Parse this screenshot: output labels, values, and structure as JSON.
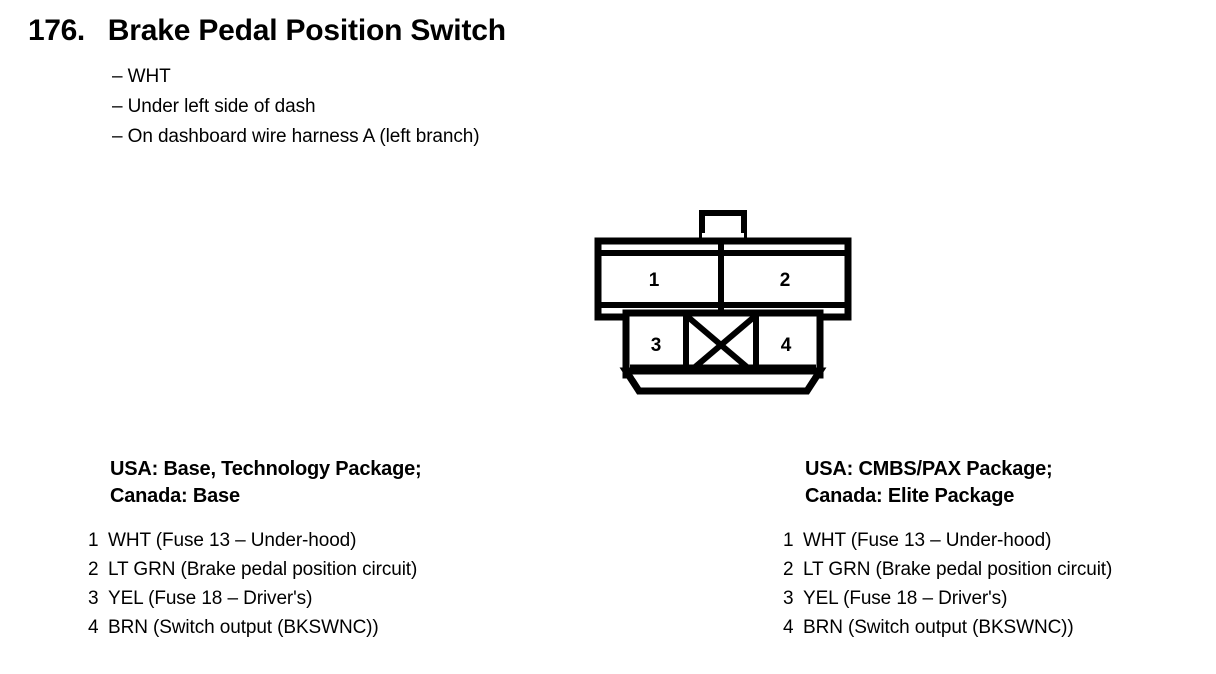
{
  "header": {
    "item_number": "176.",
    "title": "Brake Pedal Position Switch",
    "bullets": [
      "– WHT",
      "– Under left side of dash",
      "– On dashboard wire harness A (left branch)"
    ]
  },
  "connector": {
    "name": "4-cavity connector diagram",
    "cavities": [
      {
        "label": "1",
        "position": "top-left"
      },
      {
        "label": "2",
        "position": "top-right"
      },
      {
        "label": "3",
        "position": "bottom-left"
      },
      {
        "label": "4",
        "position": "bottom-right"
      }
    ],
    "blocked_cavity": "X",
    "stroke_color": "#000000",
    "fill_color": "#ffffff"
  },
  "legends": [
    {
      "heading_line_1": "USA: Base, Technology Package;",
      "heading_line_2": "Canada: Base",
      "pins": [
        {
          "num": "1",
          "desc": "WHT (Fuse 13 – Under-hood)"
        },
        {
          "num": "2",
          "desc": "LT GRN (Brake pedal position circuit)"
        },
        {
          "num": "3",
          "desc": "YEL (Fuse 18 – Driver's)"
        },
        {
          "num": "4",
          "desc": "BRN (Switch output (BKSWNC))"
        }
      ]
    },
    {
      "heading_line_1": "USA: CMBS/PAX Package;",
      "heading_line_2": "Canada: Elite Package",
      "pins": [
        {
          "num": "1",
          "desc": "WHT (Fuse 13 – Under-hood)"
        },
        {
          "num": "2",
          "desc": "LT GRN (Brake pedal position circuit)"
        },
        {
          "num": "3",
          "desc": "YEL (Fuse 18 – Driver's)"
        },
        {
          "num": "4",
          "desc": "BRN (Switch output (BKSWNC))"
        }
      ]
    }
  ]
}
